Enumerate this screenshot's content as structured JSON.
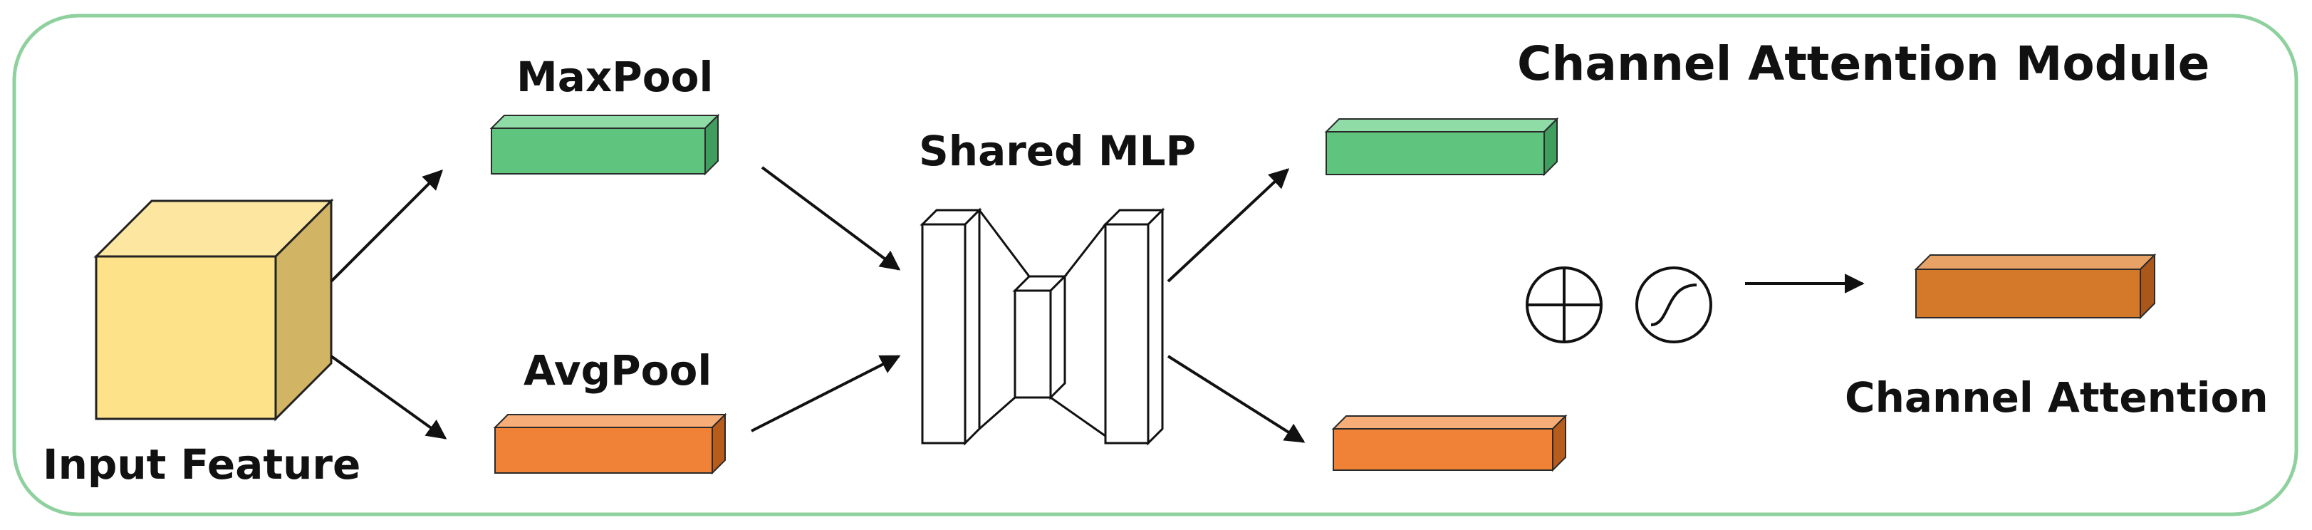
{
  "title": "Channel Attention Module",
  "labels": {
    "input": "Input Feature",
    "maxpool": "MaxPool",
    "avgpool": "AvgPool",
    "mlp": "Shared MLP",
    "output": "Channel Attention"
  },
  "colors": {
    "frame": "#8fd19e",
    "green": "#5ec47e",
    "orange": "#ef8236",
    "cube": "#fde28a",
    "cube_side": "#d1b464",
    "output": "#d4792a"
  },
  "icons": {
    "add": "plus-circle-icon",
    "sigmoid": "sigmoid-icon"
  }
}
